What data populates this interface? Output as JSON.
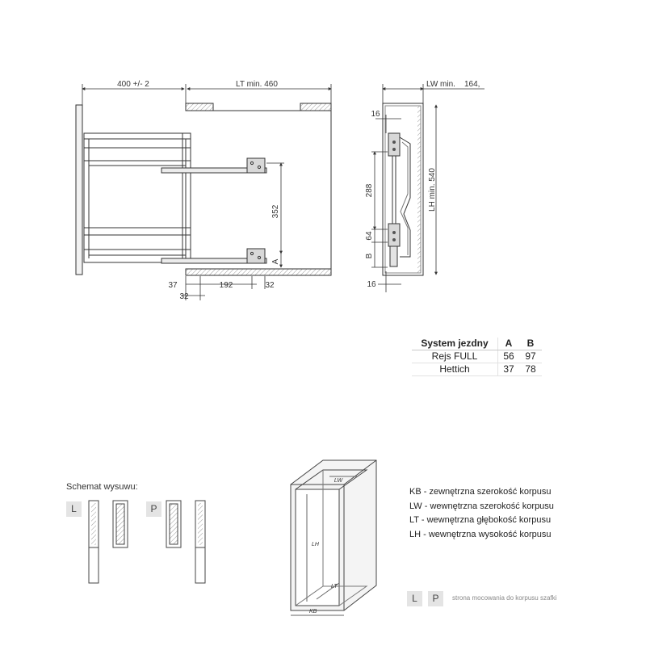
{
  "dimensions": {
    "width_400": "400 +/- 2",
    "lt_min": "LT min. 460",
    "lw_min": "LW min.",
    "val_164": "164,",
    "lh_min": "LH min. 540",
    "d352": "352",
    "d288": "288",
    "d64": "64",
    "dA": "A",
    "dB": "B",
    "d16_top": "16",
    "d16_bottom": "16",
    "d37": "37",
    "d192": "192",
    "d32_right": "32",
    "d32_bottom": "32"
  },
  "system_table": {
    "headers": [
      "System jezdny",
      "A",
      "B"
    ],
    "rows": [
      {
        "name": "Rejs FULL",
        "a": "56",
        "b": "97"
      },
      {
        "name": "Hettich",
        "a": "37",
        "b": "78"
      }
    ]
  },
  "schemat": {
    "title": "Schemat wysuwu:",
    "left_badge": "L",
    "right_badge": "P"
  },
  "cabinet_labels": {
    "lw": "LW",
    "lh": "LH",
    "lt": "LT",
    "kb": "KB"
  },
  "legend": [
    "KB - zewnętrzna szerokość korpusu",
    "LW - wewnętrzna szerokość korpusu",
    "LT - wewnętrzna głębokość korpusu",
    "LH - wewnętrzna wysokość korpusu"
  ],
  "mounting": {
    "left_badge": "L",
    "right_badge": "P",
    "note": "strona mocowania do korpusu szafki"
  },
  "colors": {
    "line": "#333333",
    "hatch": "#999999",
    "badge_bg": "#e4e4e4"
  }
}
